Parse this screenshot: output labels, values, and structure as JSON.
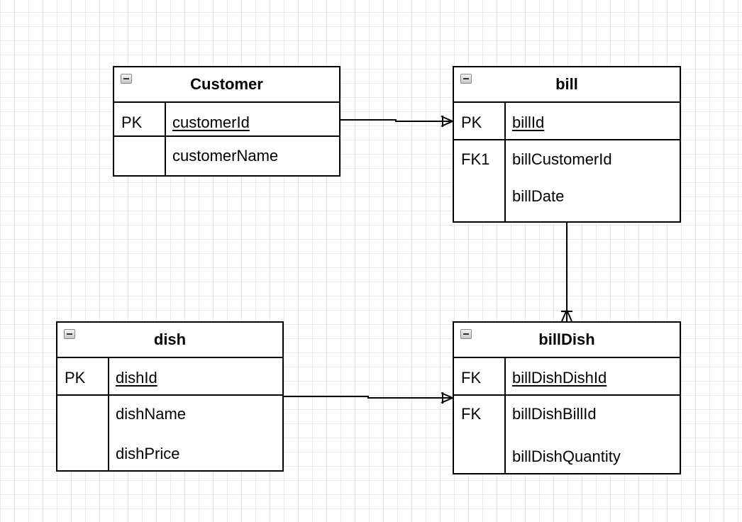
{
  "entities": {
    "customer": {
      "title": "Customer",
      "rows": [
        {
          "key": "PK",
          "attributes": [
            "customerId"
          ],
          "primary": true
        },
        {
          "key": "",
          "attributes": [
            "customerName"
          ],
          "primary": false
        }
      ]
    },
    "bill": {
      "title": "bill",
      "rows": [
        {
          "key": "PK",
          "attributes": [
            "billId"
          ],
          "primary": true
        },
        {
          "key": "FK1",
          "attributes": [
            "billCustomerId",
            "billDate"
          ],
          "primary": false
        }
      ]
    },
    "dish": {
      "title": "dish",
      "rows": [
        {
          "key": "PK",
          "attributes": [
            "dishId"
          ],
          "primary": true
        },
        {
          "key": "",
          "attributes": [
            "dishName",
            "dishPrice"
          ],
          "primary": false
        }
      ]
    },
    "billDish": {
      "title": "billDish",
      "rows": [
        {
          "key": "FK",
          "attributes": [
            "billDishDishId"
          ],
          "primary": true
        },
        {
          "key": "FK",
          "attributes": [
            "billDishBillId",
            "billDishQuantity"
          ],
          "primary": false
        }
      ]
    }
  },
  "relationships": [
    {
      "from": "customer",
      "to": "bill",
      "cardinality": "one-to-many"
    },
    {
      "from": "bill",
      "to": "billDish",
      "cardinality": "one-to-many"
    },
    {
      "from": "dish",
      "to": "billDish",
      "cardinality": "one-to-many"
    }
  ]
}
